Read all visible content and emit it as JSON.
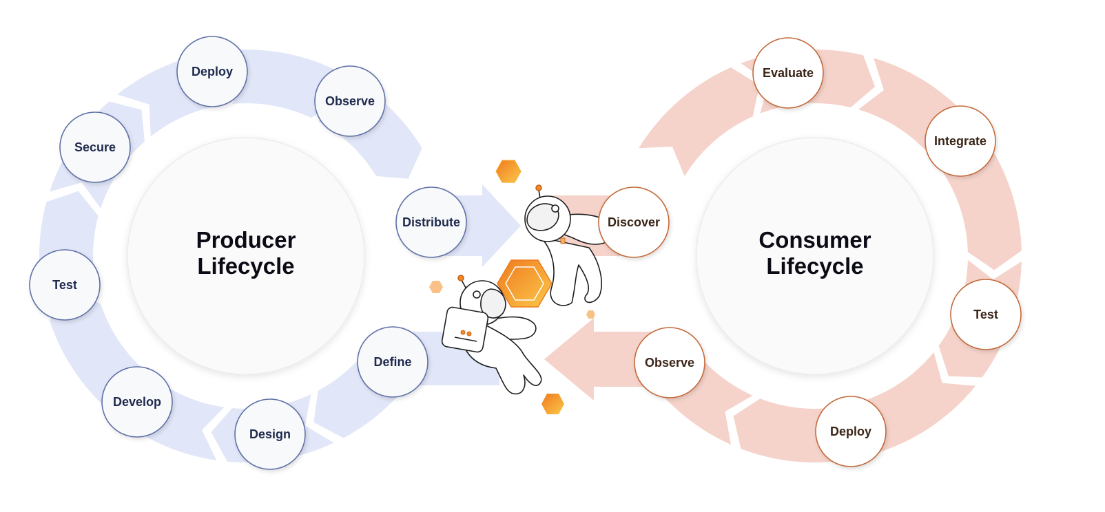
{
  "diagram": {
    "producer": {
      "title_line1": "Producer",
      "title_line2": "Lifecycle",
      "arrow_color": "#e1e6f8",
      "node_border": "#5f71a6",
      "node_text": "#1f2a4d",
      "steps": {
        "deploy": "Deploy",
        "observe": "Observe",
        "secure": "Secure",
        "distribute": "Distribute",
        "test": "Test",
        "develop": "Develop",
        "design": "Design",
        "define": "Define"
      }
    },
    "consumer": {
      "title_line1": "Consumer",
      "title_line2": "Lifecycle",
      "arrow_color": "#f5d3ca",
      "node_border": "#c46a3a",
      "node_text": "#3a2417",
      "steps": {
        "evaluate": "Evaluate",
        "integrate": "Integrate",
        "discover": "Discover",
        "test": "Test",
        "observe": "Observe",
        "deploy": "Deploy"
      }
    },
    "illustration": {
      "accent": "#f08a24",
      "accent_light": "#fbc84a",
      "figure": "astronaut-pair-icon"
    }
  }
}
